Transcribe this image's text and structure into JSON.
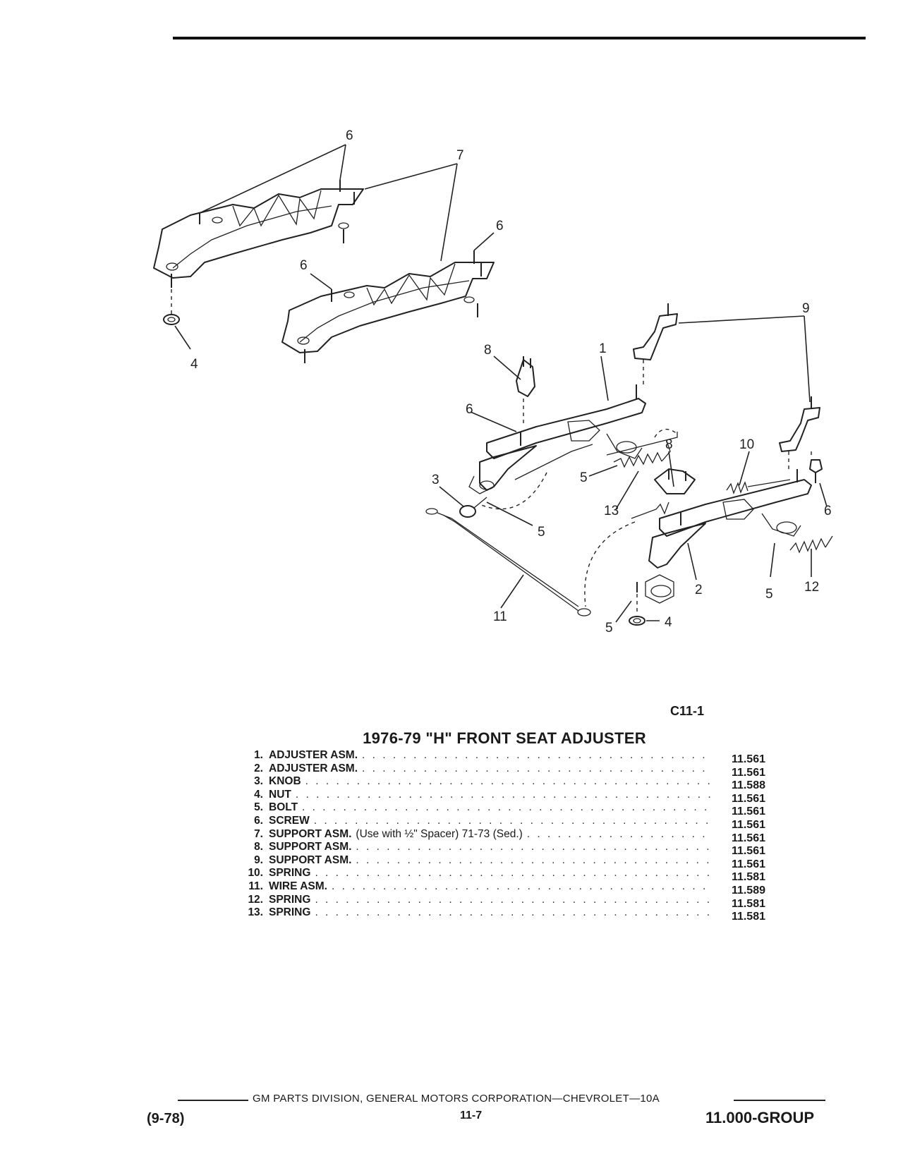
{
  "figure": {
    "code": "C11-1",
    "callouts": [
      "6",
      "7",
      "6",
      "6",
      "4",
      "9",
      "8",
      "1",
      "6",
      "3",
      "5",
      "5",
      "13",
      "8",
      "10",
      "6",
      "11",
      "2",
      "5",
      "12",
      "5",
      "4"
    ]
  },
  "title": "1976-79 \"H\" FRONT SEAT ADJUSTER",
  "parts": [
    {
      "num": "1.",
      "name": "ADJUSTER ASM.",
      "note": "",
      "ref": "11.561"
    },
    {
      "num": "2.",
      "name": "ADJUSTER ASM.",
      "note": "",
      "ref": "11.561"
    },
    {
      "num": "3.",
      "name": "KNOB",
      "note": "",
      "ref": "11.588"
    },
    {
      "num": "4.",
      "name": "NUT",
      "note": "",
      "ref": "11.561"
    },
    {
      "num": "5.",
      "name": "BOLT",
      "note": "",
      "ref": "11.561"
    },
    {
      "num": "6.",
      "name": "SCREW",
      "note": "",
      "ref": "11.561"
    },
    {
      "num": "7.",
      "name": "SUPPORT ASM.",
      "note": "(Use with ½\" Spacer) 71-73 (Sed.)",
      "ref": "11.561"
    },
    {
      "num": "8.",
      "name": "SUPPORT ASM.",
      "note": "",
      "ref": "11.561"
    },
    {
      "num": "9.",
      "name": "SUPPORT ASM.",
      "note": "",
      "ref": "11.561"
    },
    {
      "num": "10.",
      "name": "SPRING",
      "note": "",
      "ref": "11.581"
    },
    {
      "num": "11.",
      "name": "WIRE ASM.",
      "note": "",
      "ref": "11.589"
    },
    {
      "num": "12.",
      "name": "SPRING",
      "note": "",
      "ref": "11.581"
    },
    {
      "num": "13.",
      "name": "SPRING",
      "note": "",
      "ref": "11.581"
    }
  ],
  "footer": {
    "publisher": "GM PARTS DIVISION, GENERAL MOTORS CORPORATION—CHEVROLET—10A",
    "date": "(9-78)",
    "page": "11-7",
    "group": "11.000-GROUP"
  }
}
